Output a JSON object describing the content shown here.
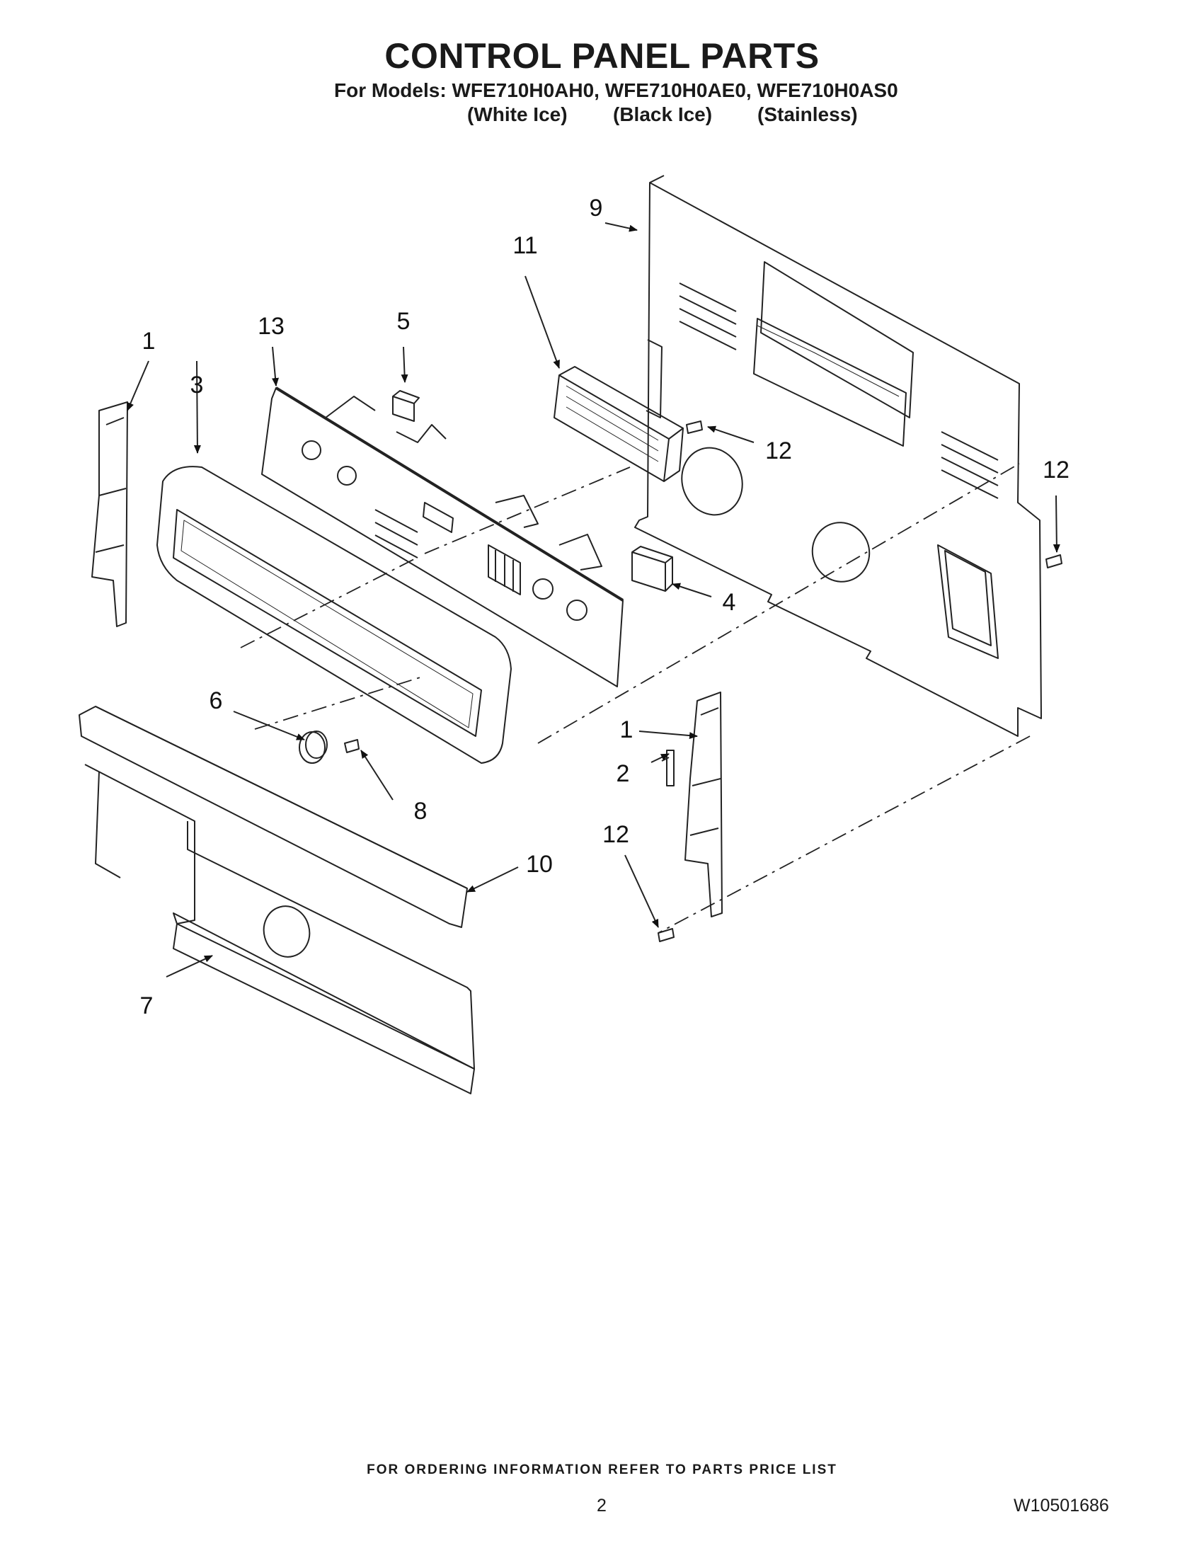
{
  "title": "CONTROL PANEL PARTS",
  "models_line": "For Models: WFE710H0AH0, WFE710H0AE0, WFE710H0AS0",
  "variants": [
    "(White Ice)",
    "(Black Ice)",
    "(Stainless)"
  ],
  "callouts": [
    "1",
    "2",
    "3",
    "4",
    "5",
    "6",
    "7",
    "8",
    "9",
    "10",
    "11",
    "12",
    "13"
  ],
  "footer": {
    "ordering_note": "FOR ORDERING INFORMATION REFER TO PARTS PRICE LIST",
    "page_number": "2",
    "document_number": "W10501686"
  }
}
